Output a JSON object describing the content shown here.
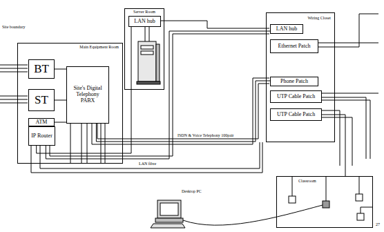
{
  "diagram": {
    "nodes": [
      {
        "text": [
          "Main Equipment Room"
        ]
      },
      {
        "text": [
          "BT"
        ],
        "in": 0
      },
      {
        "text": [
          "ST"
        ],
        "in": 0
      },
      {
        "text": [
          "Site's Digital Telephony PABX"
        ],
        "in": 0
      },
      {
        "text": [
          "ATM"
        ],
        "in": 0
      },
      {
        "text": [
          "IP Router"
        ],
        "in": 0
      },
      {
        "text": [
          "Server Room"
        ]
      },
      {
        "text": [
          "LAN hub"
        ],
        "in": 6
      },
      {
        "text": [
          "Wiring Closet"
        ]
      },
      {
        "text": [
          "LAN hub"
        ],
        "in": 8
      },
      {
        "text": [
          "Ethernet Patch"
        ],
        "in": 8
      },
      {
        "text": [
          "Phone Patch"
        ],
        "in": 8
      },
      {
        "text": [
          "UTP Cable Patch"
        ],
        "in": 8
      },
      {
        "text": [
          "UTP Cable Patch"
        ],
        "in": 8
      },
      {
        "text": [
          "Classroom"
        ]
      }
    ],
    "edges": [
      {
        "from": 1,
        "to": 3,
        "arrow": "none"
      },
      {
        "from": 2,
        "to": 3,
        "arrow": "none"
      },
      {
        "from": 4,
        "to": 3,
        "arrow": "none"
      },
      {
        "from": 5,
        "to": 7,
        "arrow": "none"
      },
      {
        "from": 5,
        "to": 9,
        "arrow": "none"
      },
      {
        "from": 3,
        "to": 11,
        "label": "ISDN & Voice Telephony 100pair",
        "arrow": "none"
      },
      {
        "from": 13,
        "to": 14,
        "arrow": "none"
      }
    ],
    "labels": [
      "Site boundary",
      "LAN fibre",
      "Desktop PC",
      "27"
    ]
  }
}
